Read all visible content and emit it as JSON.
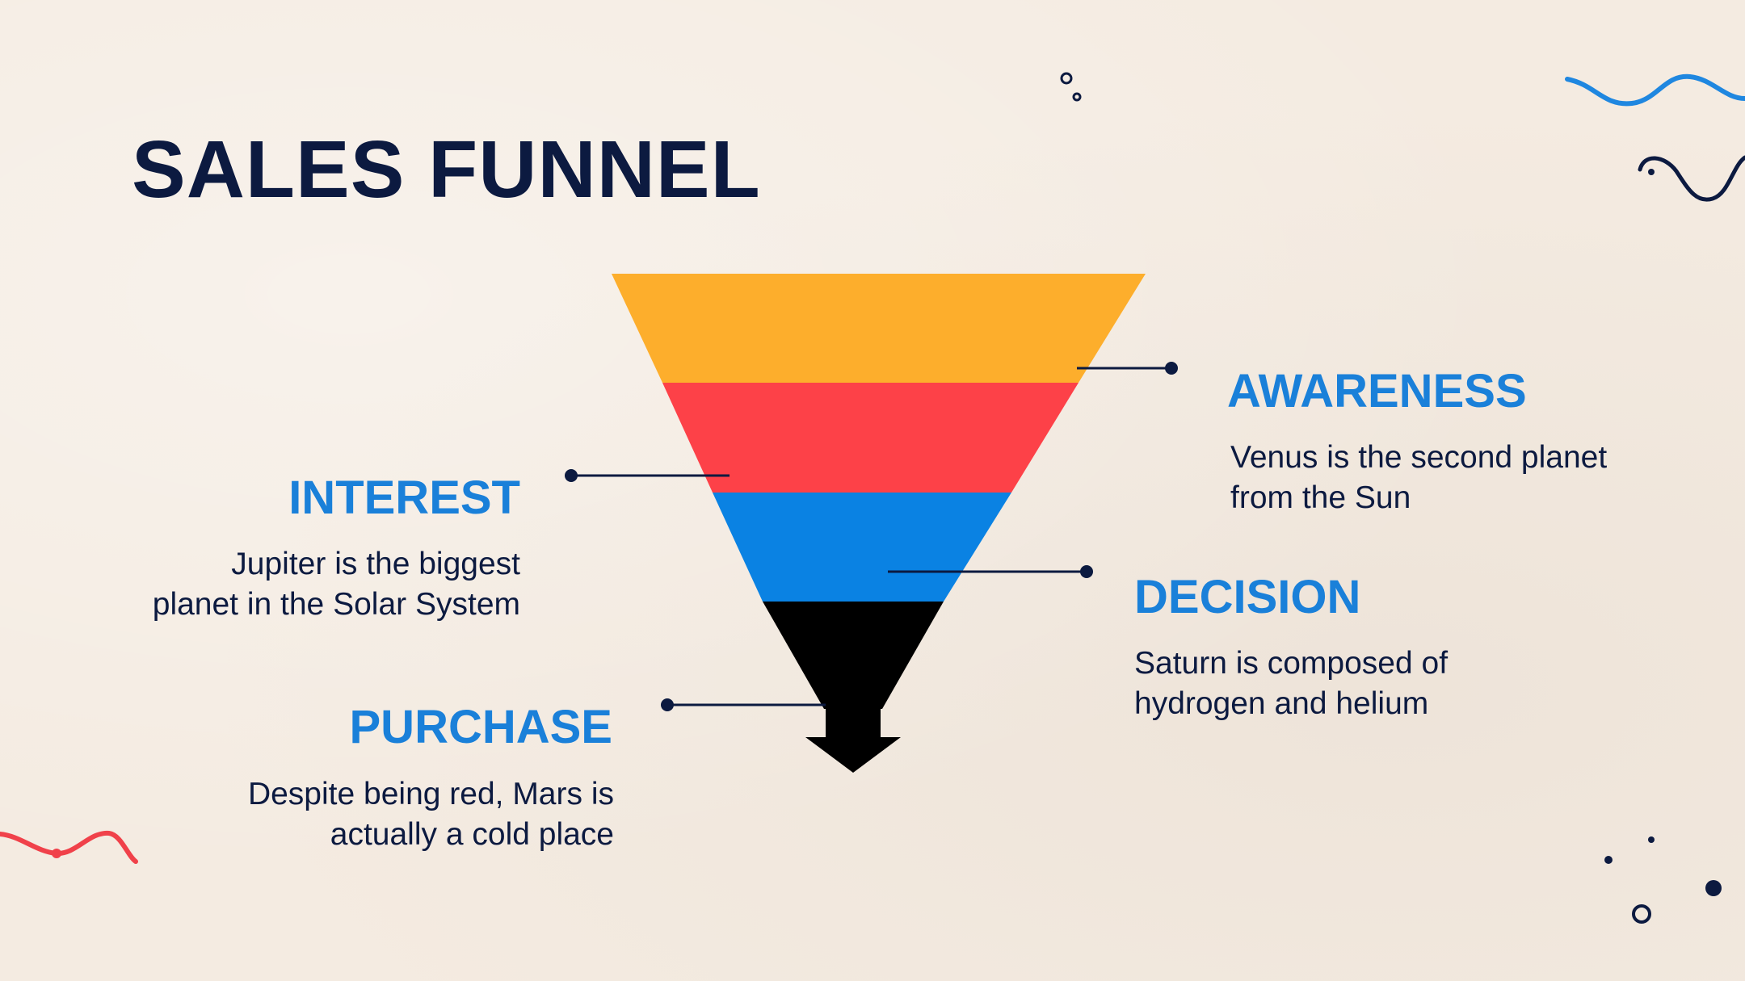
{
  "title": "SALES FUNNEL",
  "stages": [
    {
      "key": "awareness",
      "heading": "AWARENESS",
      "line1": "Venus is the second planet",
      "line2": "from the Sun",
      "color": "#fdae2c"
    },
    {
      "key": "interest",
      "heading": "INTEREST",
      "line1": "Jupiter is the biggest",
      "line2": "planet in the Solar System",
      "color": "#fd4148"
    },
    {
      "key": "decision",
      "heading": "DECISION",
      "line1": "Saturn is composed of",
      "line2": "hydrogen and helium",
      "color": "#0a82e3"
    },
    {
      "key": "purchase",
      "heading": "PURCHASE",
      "line1": "Despite being red, Mars is",
      "line2": "actually a cold place",
      "color": "#000000"
    }
  ],
  "colors": {
    "background": "#f4ebe1",
    "title": "#0c1a40",
    "heading": "#1a80d9",
    "text": "#0c1a40",
    "connector": "#0c1a40",
    "squiggle_blue": "#1f87e0",
    "squiggle_red": "#f0414a"
  }
}
